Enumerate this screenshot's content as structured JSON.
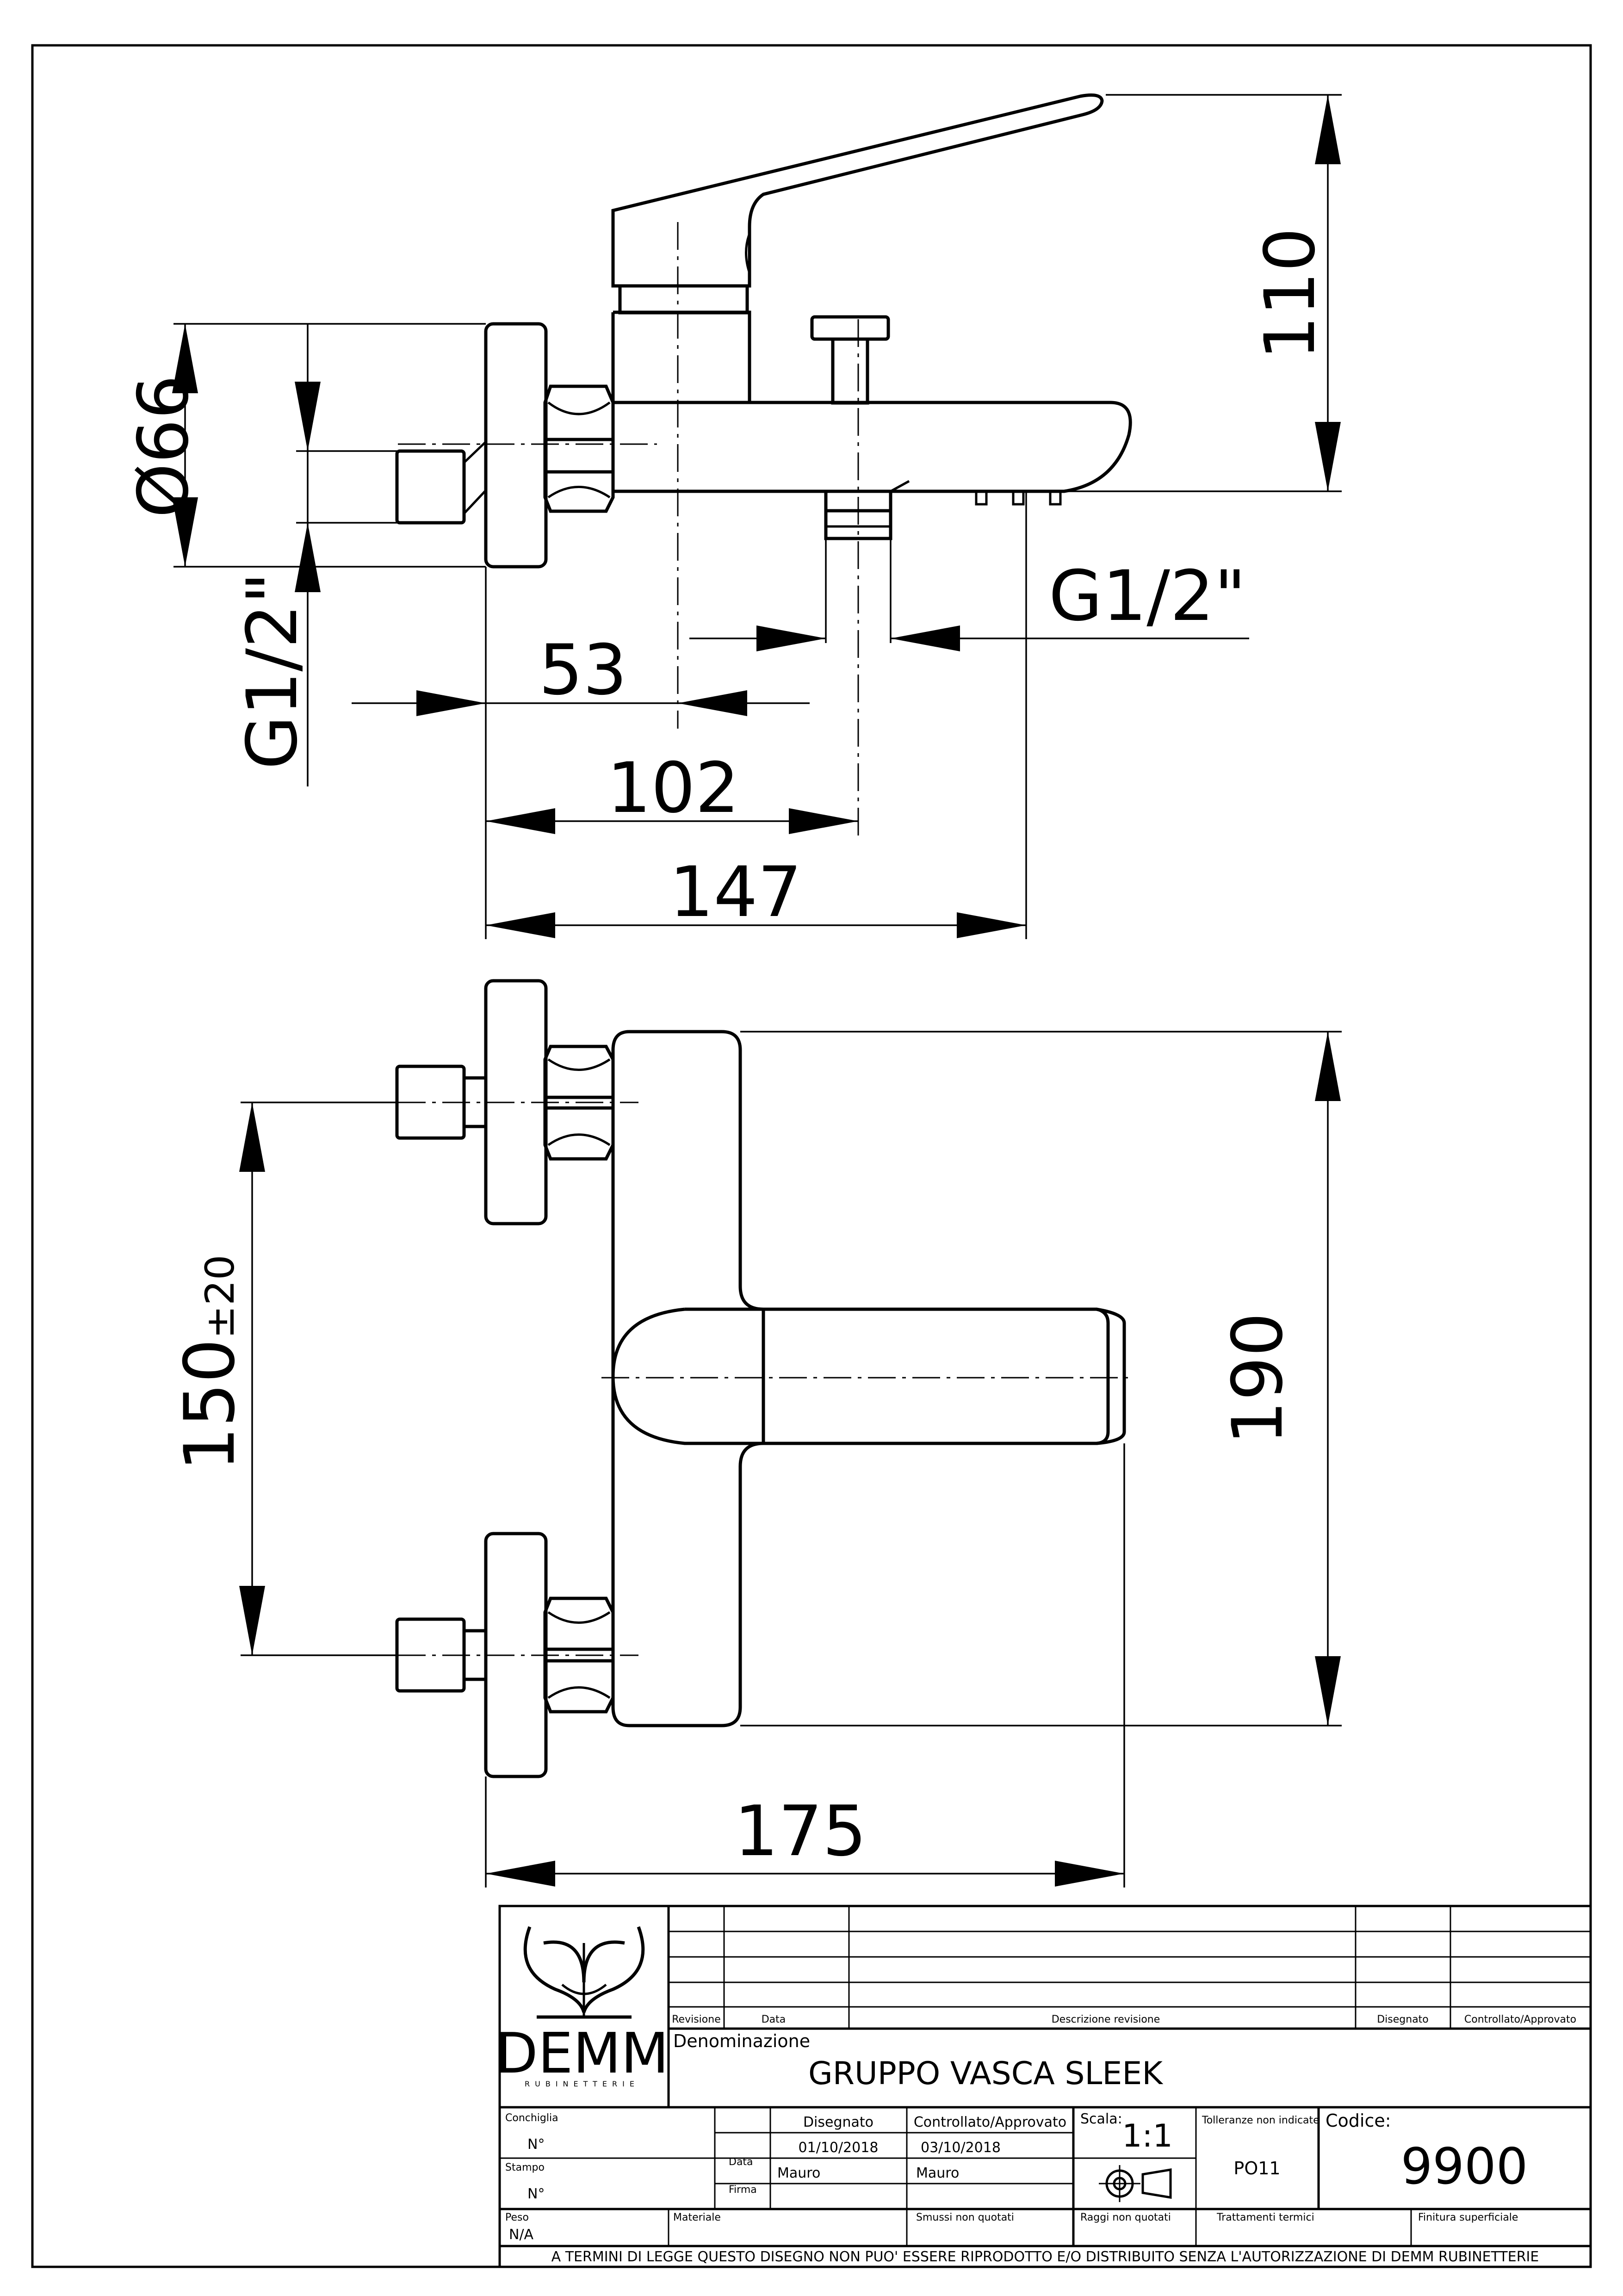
{
  "dimensions": {
    "diameter": "Ø66",
    "inlet_thread": "G1/2\"",
    "outlet_thread": "G1/2\"",
    "d53": "53",
    "d102": "102",
    "d147": "147",
    "height": "110",
    "width": "190",
    "spacing_value": "150",
    "spacing_tolerance": "±20",
    "depth": "175"
  },
  "title_block": {
    "logo_text": "DEMM",
    "logo_subtext": "RUBINETTERIE",
    "revision_headers": {
      "revisione": "Revisione",
      "data": "Data",
      "descrizione": "Descrizione revisione",
      "disegnato": "Disegnato",
      "controllato": "Controllato/Approvato"
    },
    "denominazione_label": "Denominazione",
    "denominazione": "GRUPPO VASCA SLEEK",
    "conchiglia_label": "Conchiglia",
    "conchiglia_value": "N°",
    "stampo_label": "Stampo",
    "stampo_value": "N°",
    "disegnato_label": "Disegnato",
    "controllato_label": "Controllato/Approvato",
    "data_label": "Data",
    "firma_label": "Firma",
    "data_disegnato": "01/10/2018",
    "data_controllato": "03/10/2018",
    "firma_disegnato": "Mauro",
    "firma_controllato": "Mauro",
    "scala_label": "Scala:",
    "scala_value": "1:1",
    "tolleranze_label": "Tolleranze non indicate",
    "tolleranze_value": "PO11",
    "codice_label": "Codice:",
    "codice_value": "9900",
    "peso_label": "Peso",
    "peso_value": "N/A",
    "materiale_label": "Materiale",
    "smussi_label": "Smussi non quotati",
    "raggi_label": "Raggi non quotati",
    "trattamenti_label": "Trattamenti termici",
    "finitura_label": "Finitura superficiale",
    "footer_notice": "A TERMINI DI LEGGE QUESTO DISEGNO NON PUO' ESSERE RIPRODOTTO E/O DISTRIBUITO SENZA L'AUTORIZZAZIONE DI DEMM RUBINETTERIE"
  }
}
